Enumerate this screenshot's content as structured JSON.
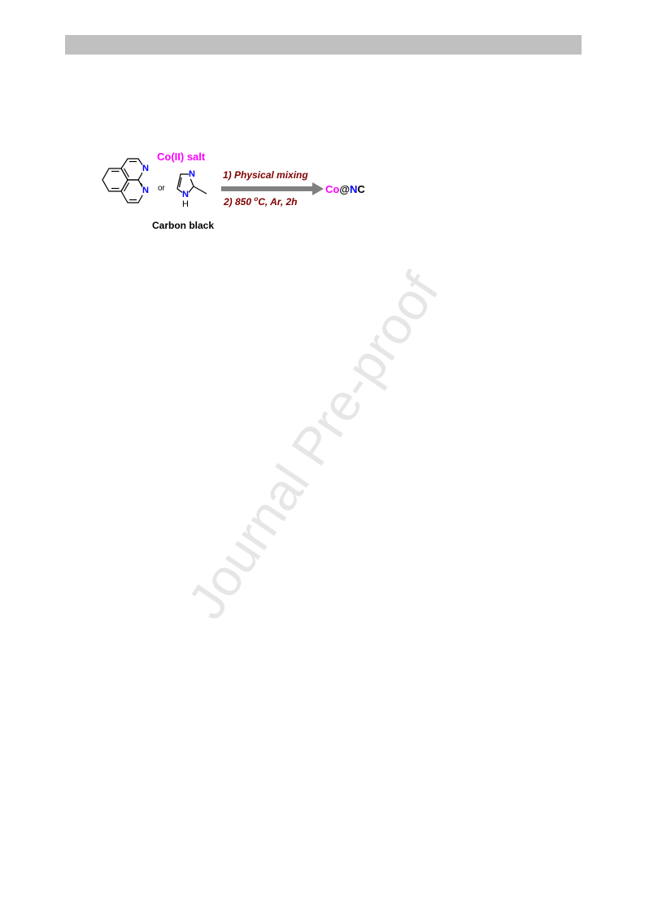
{
  "page": {
    "watermark": "Journal Pre-proof"
  },
  "scheme": {
    "reagent": "Co(II) salt",
    "or": "or",
    "additive": "Carbon black",
    "step1": "1) Physical mixing",
    "step2_prefix": "2) 850 ",
    "step2_deg": "o",
    "step2_suffix": "C, Ar, 2h",
    "atom_N": "N",
    "atom_NH_N": "N",
    "atom_NH_H": "H",
    "product_co": "Co",
    "product_at": "@",
    "product_n": "N",
    "product_c": "C"
  },
  "colors": {
    "magenta": "#ff00ff",
    "condition_red": "#800000",
    "nitrogen_blue": "#0000ff",
    "arrow_gray": "#808080",
    "header_gray": "#c0c0c0",
    "watermark_gray": "#e6e6e6"
  }
}
